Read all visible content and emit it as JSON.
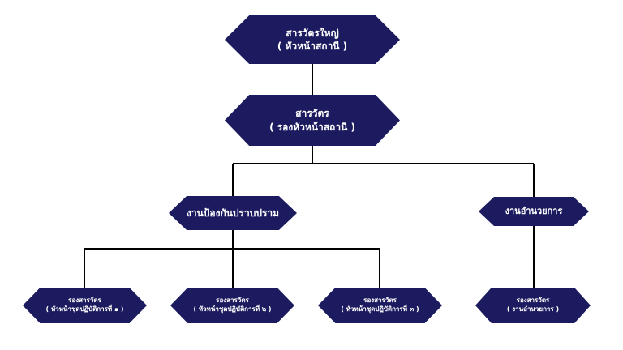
{
  "colors": {
    "node_fill": "#1c1b5f",
    "node_text": "#ffffff",
    "connector": "#000000"
  },
  "nodes": {
    "head": {
      "line1": "สารวัตรใหญ่",
      "line2": "( หัวหน้าสถานี )"
    },
    "deputy": {
      "line1": "สารวัตร",
      "line2": "( รองหัวหน้าสถานี )"
    },
    "prevention": {
      "line1": "งานป้องกันปราบปราม"
    },
    "admin": {
      "line1": "งานอำนวยการ"
    },
    "team1": {
      "line1": "รองสารวัตร",
      "line2": "( หัวหน้าชุดปฏิบัติการที่ ๑ )"
    },
    "team2": {
      "line1": "รองสารวัตร",
      "line2": "( หัวหน้าชุดปฏิบัติการที่ ๒ )"
    },
    "team3": {
      "line1": "รองสารวัตร",
      "line2": "( หัวหน้าชุดปฏิบัติการที่ ๓ )"
    },
    "admin_deputy": {
      "line1": "รองสารวัตร",
      "line2": "( งานอำนวยการ )"
    }
  }
}
